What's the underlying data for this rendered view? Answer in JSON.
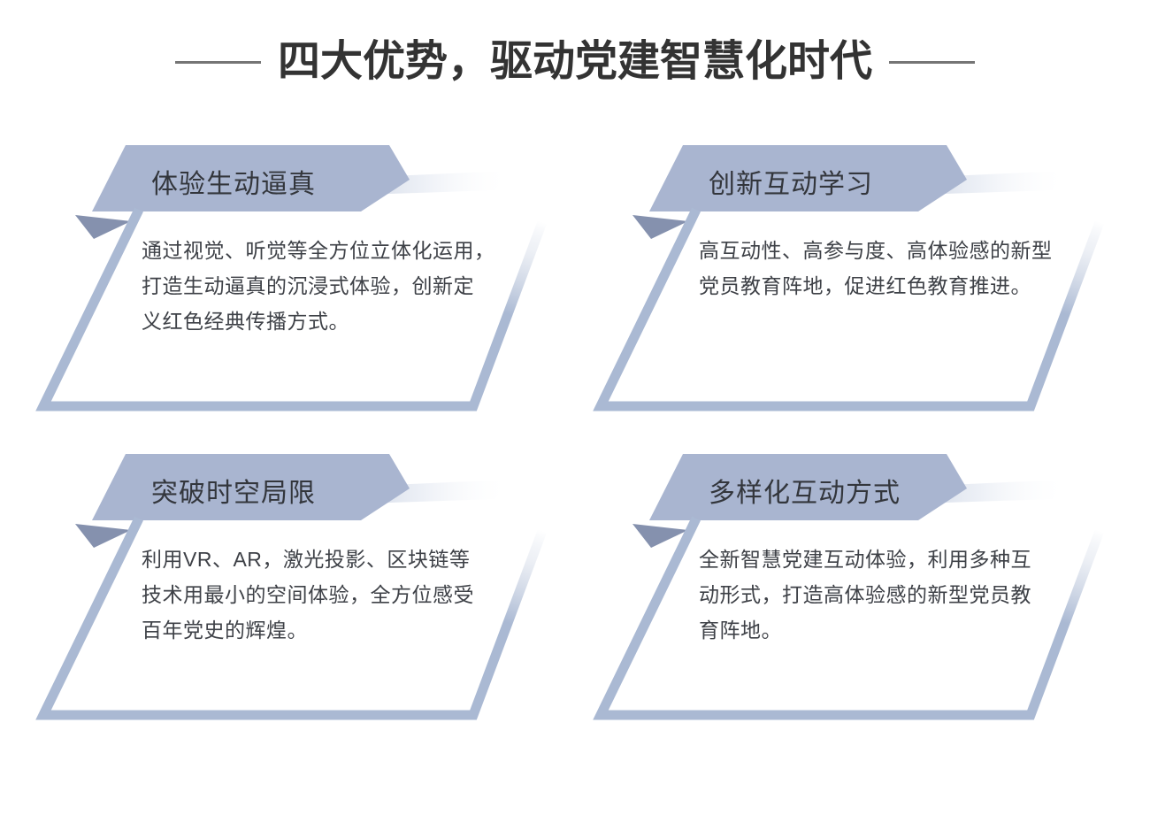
{
  "page": {
    "background": "#ffffff"
  },
  "header": {
    "title": "四大优势，驱动党建智慧化时代",
    "divider_color": "#757575",
    "title_color": "#333333"
  },
  "colors": {
    "banner_fill": "#a9b5d0",
    "fold_fill": "#8591ae",
    "panel_border": "#aab9d3",
    "swoosh_start": "#c8d0e0",
    "body_text": "#3e4147",
    "banner_text": "#33363c"
  },
  "cards": [
    {
      "title": "体验生动逼真",
      "body": "通过视觉、听觉等全方位立体化运用，\n打造生动逼真的沉浸式体验，创新定\n义红色经典传播方式。"
    },
    {
      "title": "创新互动学习",
      "body": "高互动性、高参与度、高体验感的新型\n党员教育阵地，促进红色教育推进。"
    },
    {
      "title": "突破时空局限",
      "body": "利用VR、AR，激光投影、区块链等\n技术用最小的空间体验，全方位感受\n百年党史的辉煌。"
    },
    {
      "title": "多样化互动方式",
      "body": "全新智慧党建互动体验，利用多种互\n动形式，打造高体验感的新型党员教\n育阵地。"
    }
  ]
}
